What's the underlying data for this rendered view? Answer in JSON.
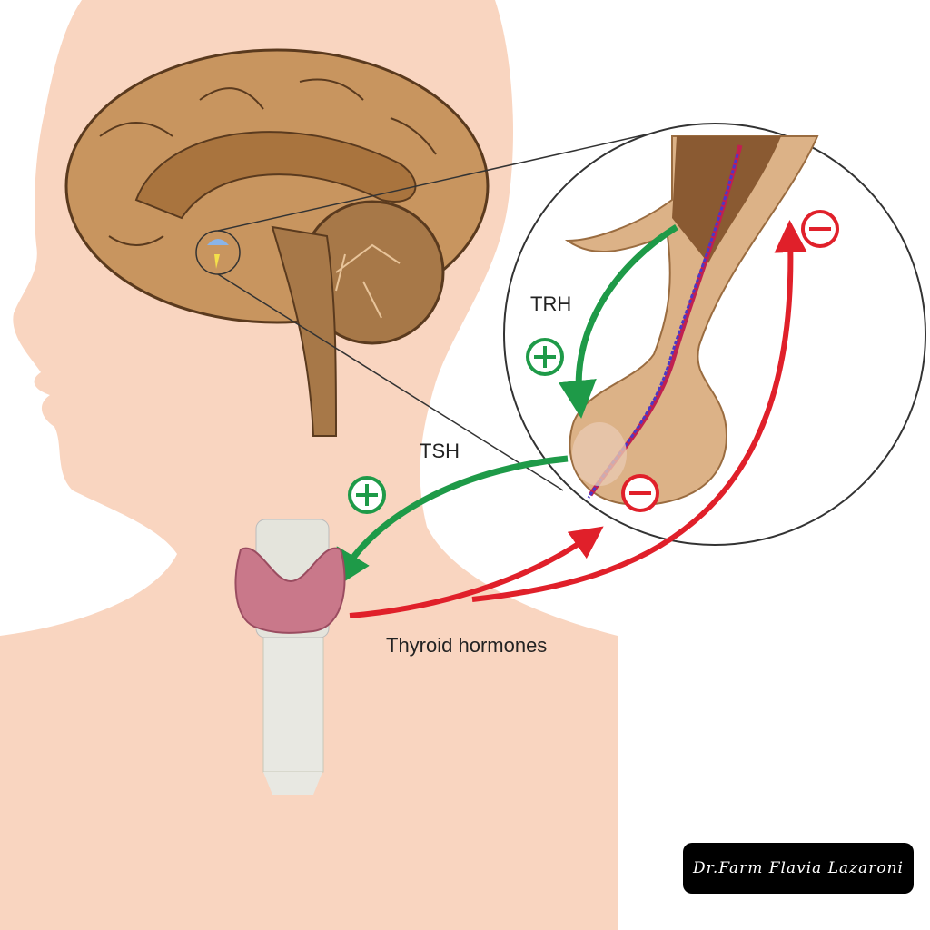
{
  "labels": {
    "trh": "TRH",
    "tsh": "TSH",
    "thyroid_hormones": "Thyroid hormones"
  },
  "signature": "Dr.Farm Flavia Lazaroni",
  "symbols": {
    "plus": "+",
    "minus": "−"
  },
  "colors": {
    "skin": "#f9d5c0",
    "brain": "#c8955f",
    "stimulate": "#1e9a48",
    "inhibit": "#e0202a",
    "thyroid": "#c9788a"
  }
}
